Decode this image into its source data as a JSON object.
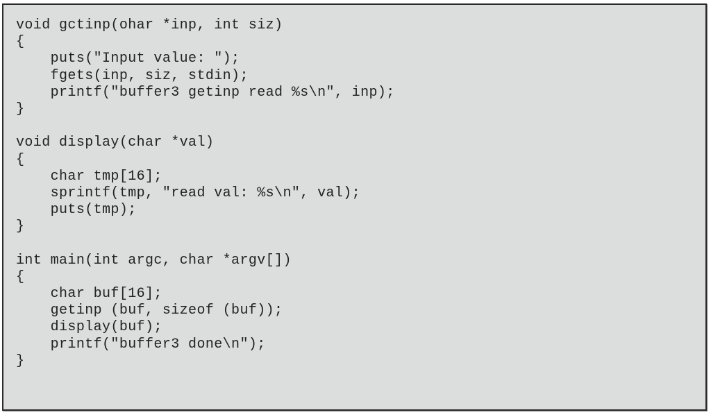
{
  "code_listing": {
    "lines": [
      "void gctinp(ohar *inp, int siz)",
      "{",
      "    puts(\"Input value: \");",
      "    fgets(inp, siz, stdin);",
      "    printf(\"buffer3 getinp read %s\\n\", inp);",
      "}",
      "",
      "void display(char *val)",
      "{",
      "    char tmp[16];",
      "    sprintf(tmp, \"read val: %s\\n\", val);",
      "    puts(tmp);",
      "}",
      "",
      "int main(int argc, char *argv[])",
      "{",
      "    char buf[16];",
      "    getinp (buf, sizeof (buf));",
      "    display(buf);",
      "    printf(\"buffer3 done\\n\");",
      "}"
    ]
  },
  "colors": {
    "background": "#dcdddd",
    "border": "#2b2b2b",
    "text": "#222222"
  }
}
